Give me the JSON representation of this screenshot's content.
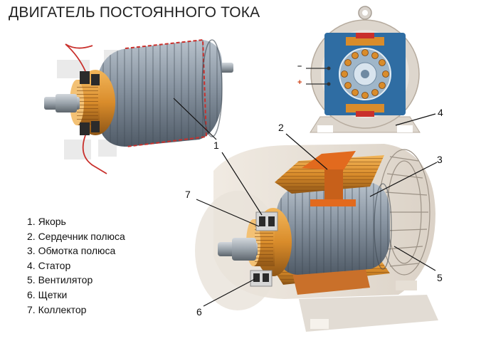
{
  "title": "ДВИГАТЕЛЬ ПОСТОЯННОГО ТОКА",
  "legend": [
    "1. Якорь",
    "2. Сердечник полюса",
    "3. Обмотка полюса",
    "4. Статор",
    "5. Вентилятор",
    "6. Щетки",
    "7. Коллектор"
  ],
  "callouts": {
    "n1": "1",
    "n2": "2",
    "n3": "3",
    "n4": "4",
    "n5": "5",
    "n6": "6",
    "n7": "7"
  },
  "signs": {
    "minus": "–",
    "plus": "+"
  },
  "colors": {
    "armature": "#8a97a6",
    "copper": "#d98c2b",
    "winding_red": "#c9302c",
    "stator_panel": "#2f6da3",
    "housing": "#e3d9cc",
    "shaft": "#9aa3ab"
  }
}
